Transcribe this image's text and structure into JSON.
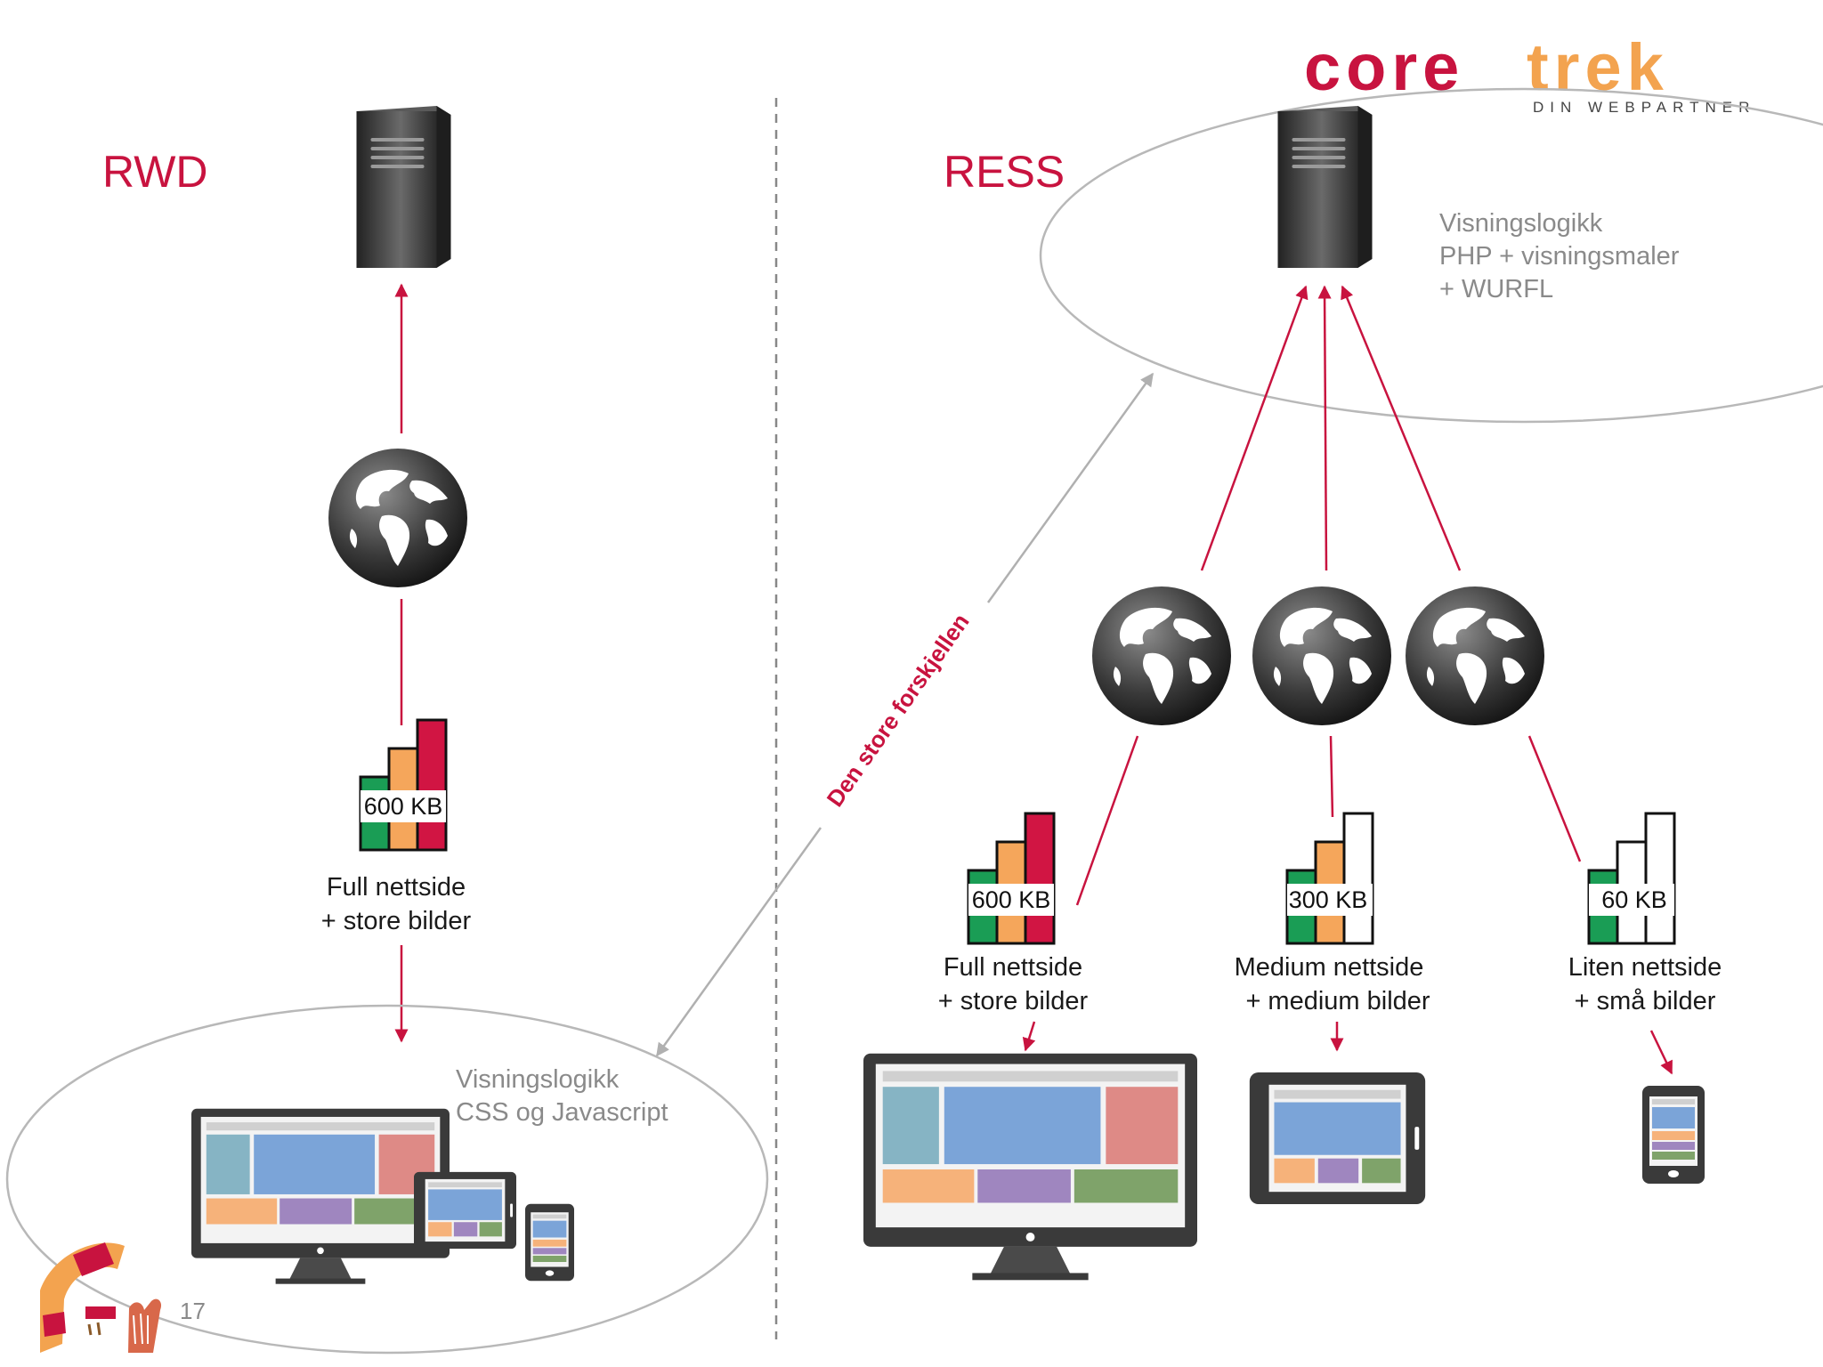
{
  "colors": {
    "accent": "#c8133f",
    "green": "#1a9d55",
    "orange": "#f5a65b",
    "red": "#d11543",
    "grey_text": "#8a8a8a",
    "ellipse": "#b8b8b8",
    "logo_core": "#c8133f",
    "logo_trek": "#f3a34f"
  },
  "logo": {
    "name_part1": "core",
    "name_part2": "trek",
    "tagline": "DIN WEBPARTNER"
  },
  "rwd": {
    "title": "RWD",
    "size_label": "600 KB",
    "caption_line1": "Full nettside",
    "caption_line2": "+ store bilder",
    "logic_line1": "Visningslogikk",
    "logic_line2": "CSS og Javascript",
    "bars_filled": 3
  },
  "ress": {
    "title": "RESS",
    "logic_line1": "Visningslogikk",
    "logic_line2": "PHP + visningsmaler",
    "logic_line3": "+ WURFL",
    "variants": [
      {
        "size_label": "600 KB",
        "caption_line1": "Full nettside",
        "caption_line2": "+ store bilder",
        "bars_filled": 3,
        "device": "desktop-monitor"
      },
      {
        "size_label": "300 KB",
        "caption_line1": "Medium nettside",
        "caption_line2": "+ medium bilder",
        "bars_filled": 2,
        "device": "tablet"
      },
      {
        "size_label": "60 KB",
        "caption_line1": "Liten nettside",
        "caption_line2": "+ små bilder",
        "bars_filled": 1,
        "device": "smartphone"
      }
    ]
  },
  "difference_label": "Den store forskjellen",
  "page_number": "17",
  "icons": [
    "server-icon",
    "globe-icon",
    "bandwidth-bars-icon",
    "desktop-monitor-icon",
    "tablet-icon",
    "smartphone-icon",
    "arrow-icon",
    "conference-mascot-logo"
  ]
}
